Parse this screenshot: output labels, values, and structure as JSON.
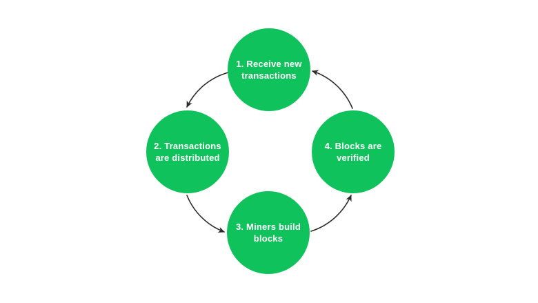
{
  "diagram": {
    "type": "cycle",
    "background_color": "#ffffff",
    "node_color": "#10c25c",
    "node_text_color": "#ffffff",
    "arrow_color": "#2b2b2b",
    "nodes": [
      {
        "id": "1",
        "label": "1. Receive new\ntransactions",
        "position": "top"
      },
      {
        "id": "2",
        "label": "2. Transactions\nare distributed",
        "position": "left"
      },
      {
        "id": "3",
        "label": "3. Miners build\nblocks",
        "position": "bottom"
      },
      {
        "id": "4",
        "label": "4. Blocks are\nverified",
        "position": "right"
      }
    ],
    "edges": [
      {
        "from": "1",
        "to": "2",
        "direction": "counterclockwise"
      },
      {
        "from": "2",
        "to": "3",
        "direction": "counterclockwise"
      },
      {
        "from": "3",
        "to": "4",
        "direction": "counterclockwise"
      },
      {
        "from": "4",
        "to": "1",
        "direction": "counterclockwise"
      }
    ]
  }
}
